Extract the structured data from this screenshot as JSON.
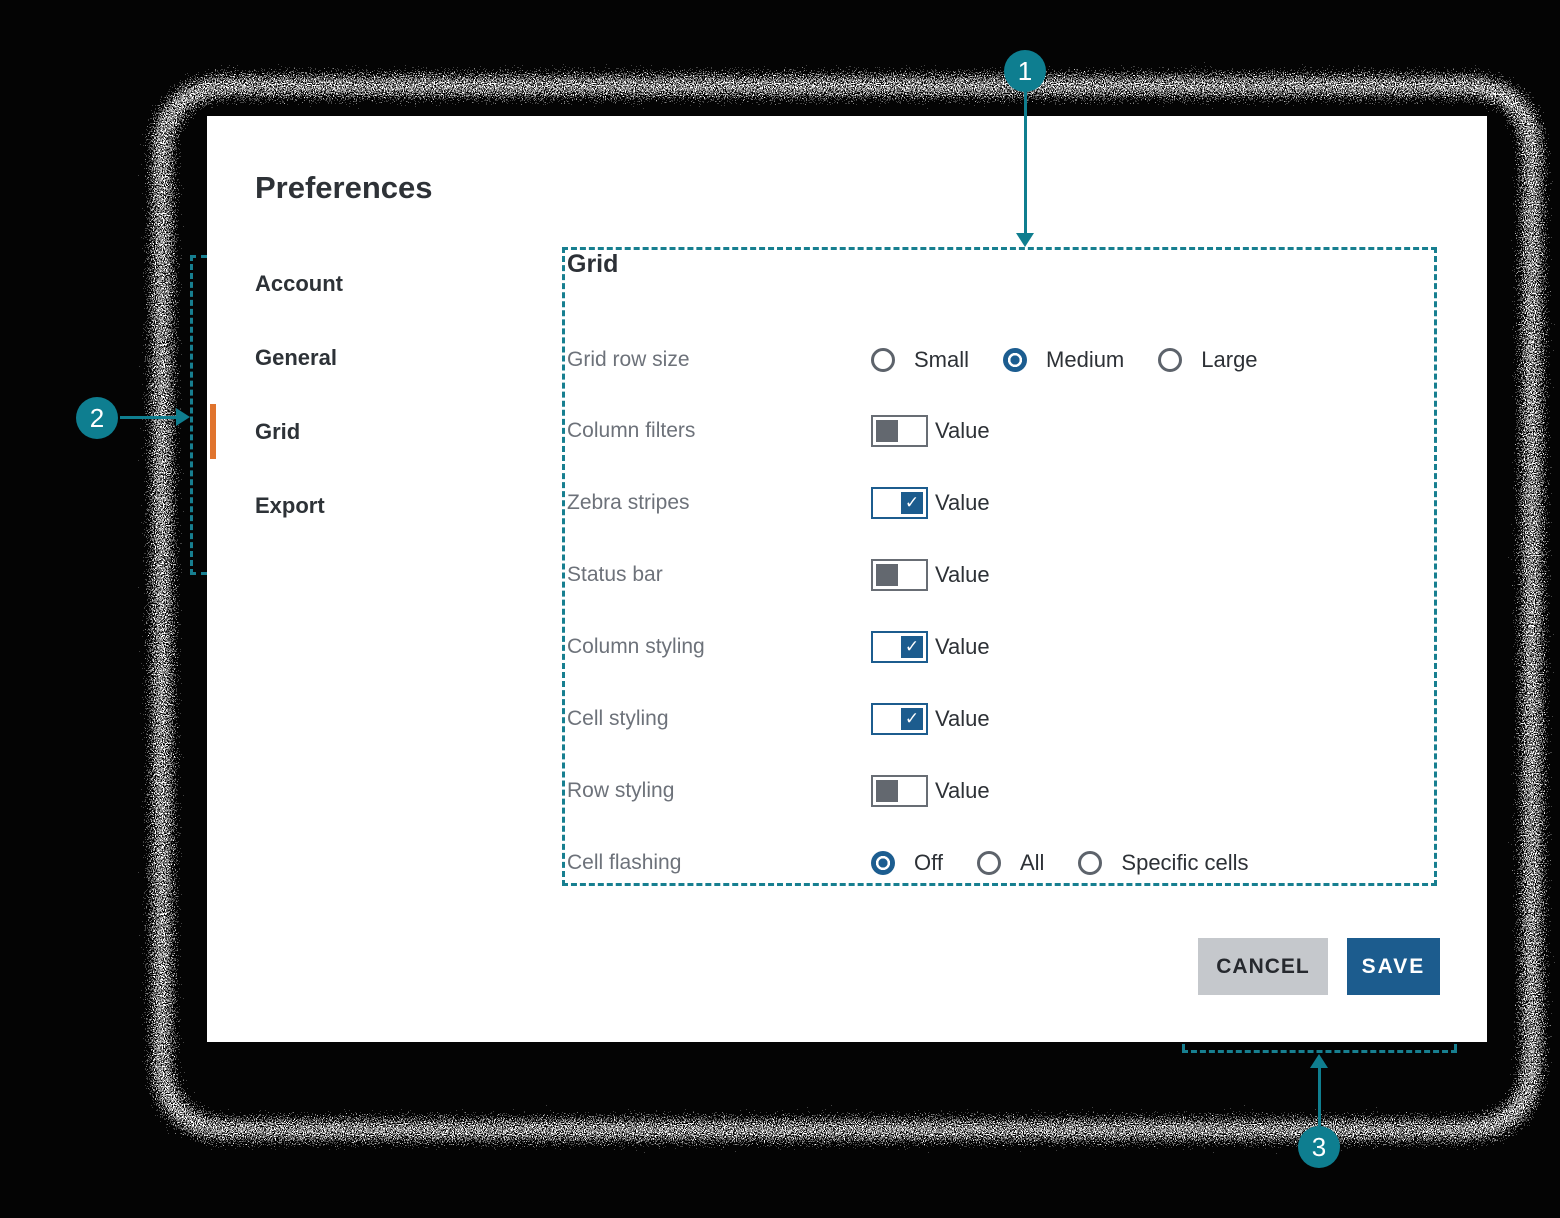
{
  "page": {
    "title": "Preferences"
  },
  "sidebar": {
    "items": [
      {
        "label": "Account",
        "active": false
      },
      {
        "label": "General",
        "active": false
      },
      {
        "label": "Grid",
        "active": true
      },
      {
        "label": "Export",
        "active": false
      }
    ]
  },
  "panel": {
    "title": "Grid",
    "rows": [
      {
        "label": "Grid row size",
        "type": "radio-group",
        "options": [
          "Small",
          "Medium",
          "Large"
        ],
        "selected": "Medium"
      },
      {
        "label": "Column filters",
        "type": "toggle",
        "value": "Value",
        "checked": false
      },
      {
        "label": "Zebra stripes",
        "type": "toggle",
        "value": "Value",
        "checked": true
      },
      {
        "label": "Status bar",
        "type": "toggle",
        "value": "Value",
        "checked": false
      },
      {
        "label": "Column styling",
        "type": "toggle",
        "value": "Value",
        "checked": true
      },
      {
        "label": "Cell styling",
        "type": "toggle",
        "value": "Value",
        "checked": true
      },
      {
        "label": "Row styling",
        "type": "toggle",
        "value": "Value",
        "checked": false
      },
      {
        "label": "Cell flashing",
        "type": "radio-group",
        "options": [
          "Off",
          "All",
          "Specific cells"
        ],
        "selected": "Off"
      }
    ]
  },
  "footer": {
    "cancel_label": "CANCEL",
    "save_label": "SAVE"
  },
  "annotations": {
    "markers": [
      {
        "n": "1"
      },
      {
        "n": "2"
      },
      {
        "n": "3"
      }
    ]
  },
  "colors": {
    "annotation_teal": "#0e7e90",
    "brand_blue": "#1c5c8e",
    "active_orange": "#e0742e",
    "label_grey": "#6d727a",
    "cancel_grey": "#c5c8cc"
  }
}
